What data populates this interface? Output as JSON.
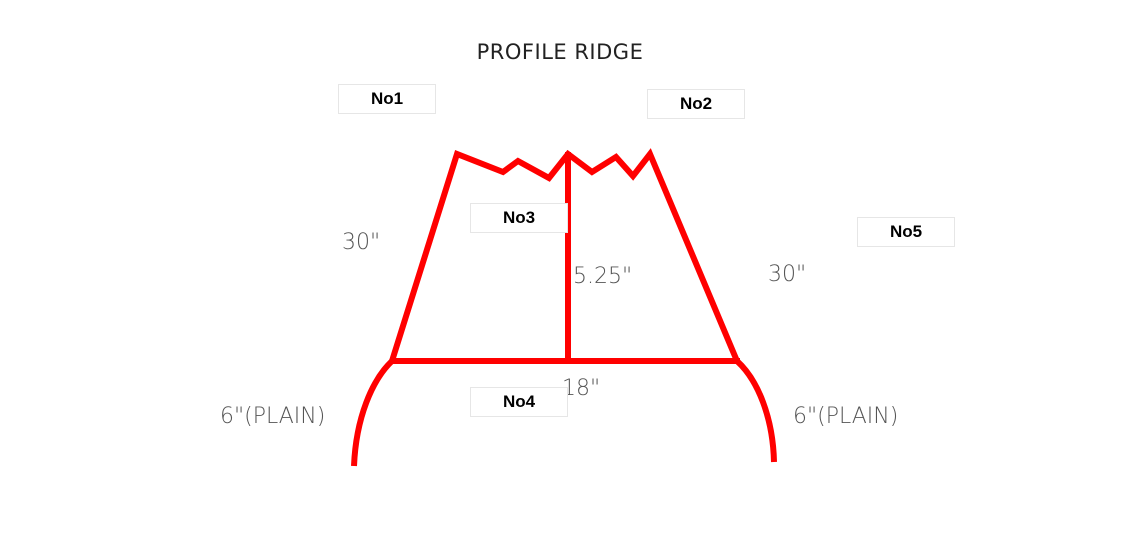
{
  "title": "PROFILE RIDGE",
  "dimensions": {
    "left_side": "30\"",
    "right_side": "30\"",
    "height": "5.25\"",
    "base": "18\"",
    "left_plain": "6\"(PLAIN)",
    "right_plain": "6\"(PLAIN)"
  },
  "labels": {
    "no1": "No1",
    "no2": "No2",
    "no3": "No3",
    "no4": "No4",
    "no5": "No5"
  },
  "colors": {
    "profile_line": "#ff0000",
    "dimension_text": "#555555",
    "title_text": "#222222"
  }
}
